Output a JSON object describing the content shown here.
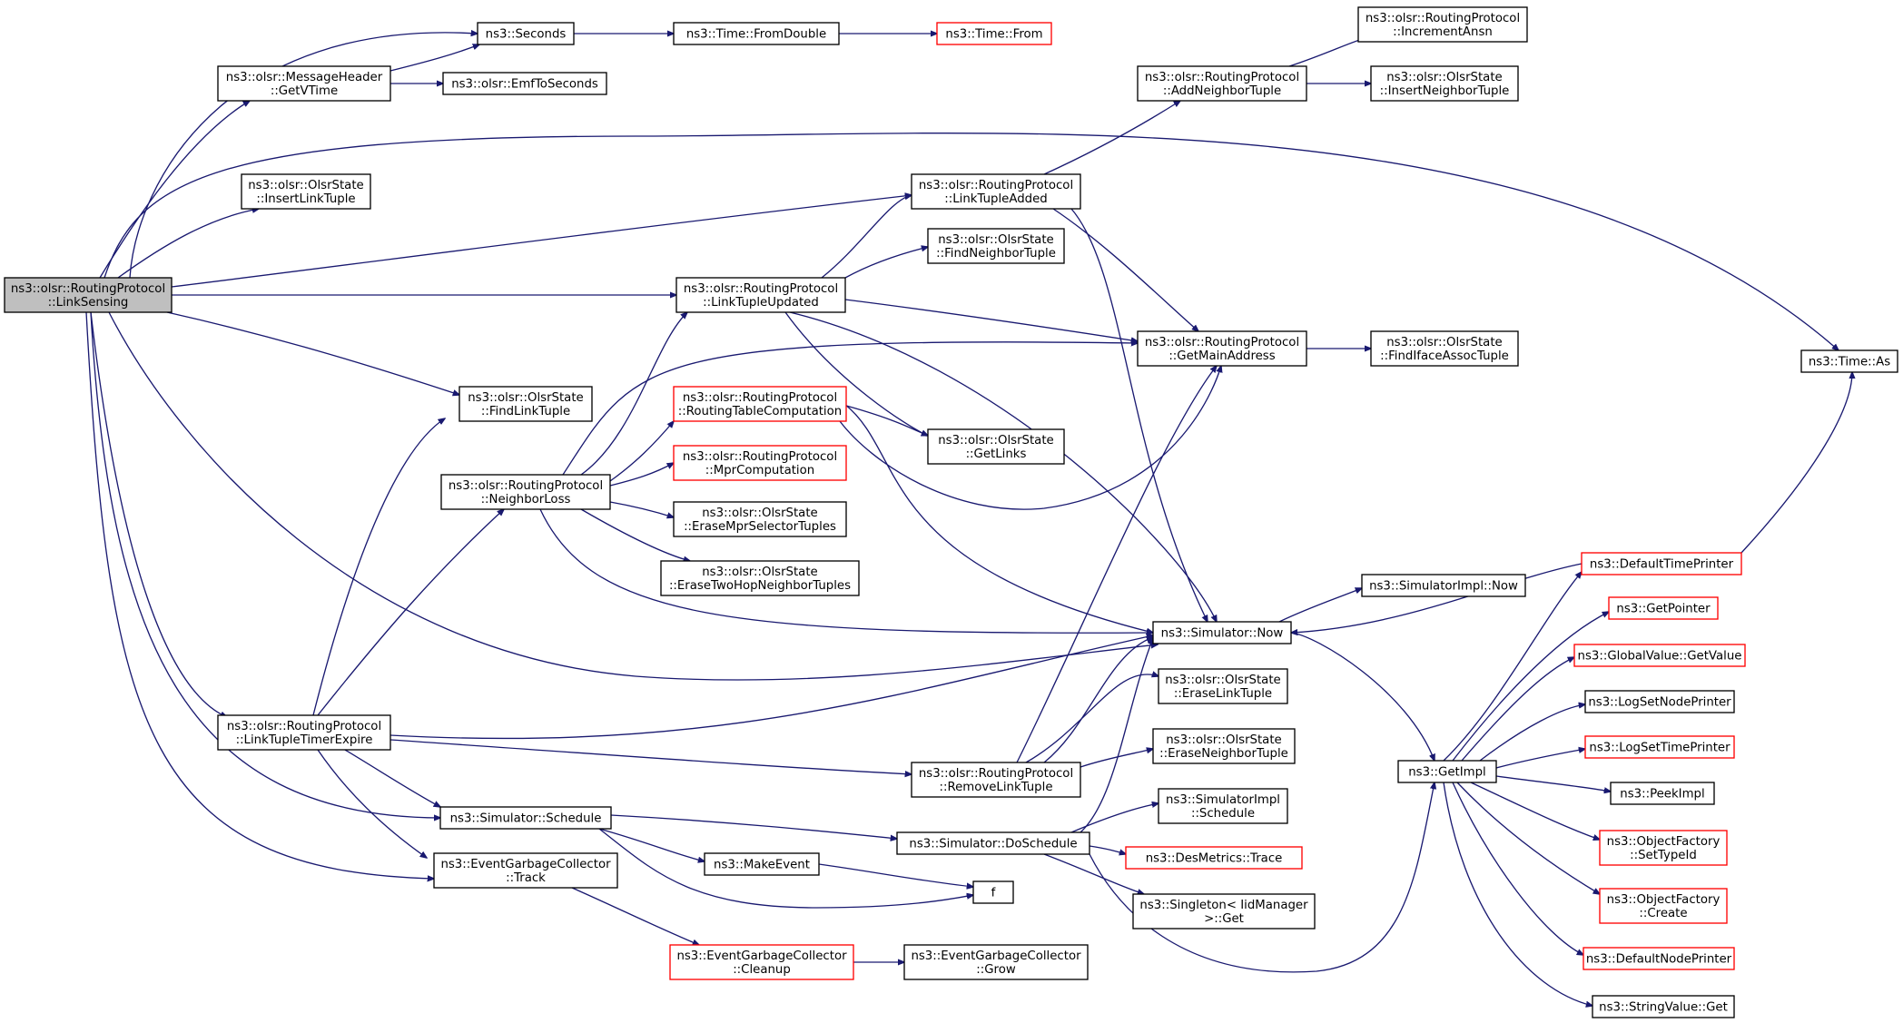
{
  "diagram": {
    "type": "call-graph",
    "nodes": [
      {
        "id": "linksensing",
        "lines": [
          "ns3::olsr::RoutingProtocol",
          "::LinkSensing"
        ],
        "style": "highlight"
      },
      {
        "id": "seconds",
        "lines": [
          "ns3::Seconds"
        ],
        "style": "black"
      },
      {
        "id": "fromdouble",
        "lines": [
          "ns3::Time::FromDouble"
        ],
        "style": "black"
      },
      {
        "id": "timefrom",
        "lines": [
          "ns3::Time::From"
        ],
        "style": "red"
      },
      {
        "id": "getvtime",
        "lines": [
          "ns3::olsr::MessageHeader",
          "::GetVTime"
        ],
        "style": "black"
      },
      {
        "id": "emftoseconds",
        "lines": [
          "ns3::olsr::EmfToSeconds"
        ],
        "style": "black"
      },
      {
        "id": "insertlinktuple",
        "lines": [
          "ns3::olsr::OlsrState",
          "::InsertLinkTuple"
        ],
        "style": "black"
      },
      {
        "id": "incrementansn",
        "lines": [
          "ns3::olsr::RoutingProtocol",
          "::IncrementAnsn"
        ],
        "style": "black"
      },
      {
        "id": "addneighbortuple",
        "lines": [
          "ns3::olsr::RoutingProtocol",
          "::AddNeighborTuple"
        ],
        "style": "black"
      },
      {
        "id": "insertneighbortuple",
        "lines": [
          "ns3::olsr::OlsrState",
          "::InsertNeighborTuple"
        ],
        "style": "black"
      },
      {
        "id": "linktupleadded",
        "lines": [
          "ns3::olsr::RoutingProtocol",
          "::LinkTupleAdded"
        ],
        "style": "black"
      },
      {
        "id": "findneighbortuple",
        "lines": [
          "ns3::olsr::OlsrState",
          "::FindNeighborTuple"
        ],
        "style": "black"
      },
      {
        "id": "linktupleupdated",
        "lines": [
          "ns3::olsr::RoutingProtocol",
          "::LinkTupleUpdated"
        ],
        "style": "black"
      },
      {
        "id": "getmainaddress",
        "lines": [
          "ns3::olsr::RoutingProtocol",
          "::GetMainAddress"
        ],
        "style": "black"
      },
      {
        "id": "findifaceassoctuple",
        "lines": [
          "ns3::olsr::OlsrState",
          "::FindIfaceAssocTuple"
        ],
        "style": "black"
      },
      {
        "id": "timeas",
        "lines": [
          "ns3::Time::As"
        ],
        "style": "black"
      },
      {
        "id": "findlinktuple",
        "lines": [
          "ns3::olsr::OlsrState",
          "::FindLinkTuple"
        ],
        "style": "black"
      },
      {
        "id": "routingtablecomputation",
        "lines": [
          "ns3::olsr::RoutingProtocol",
          "::RoutingTableComputation"
        ],
        "style": "red"
      },
      {
        "id": "getlinks",
        "lines": [
          "ns3::olsr::OlsrState",
          "::GetLinks"
        ],
        "style": "black"
      },
      {
        "id": "neighborloss",
        "lines": [
          "ns3::olsr::RoutingProtocol",
          "::NeighborLoss"
        ],
        "style": "black"
      },
      {
        "id": "mprcomputation",
        "lines": [
          "ns3::olsr::RoutingProtocol",
          "::MprComputation"
        ],
        "style": "red"
      },
      {
        "id": "erasemprselectortuples",
        "lines": [
          "ns3::olsr::OlsrState",
          "::EraseMprSelectorTuples"
        ],
        "style": "black"
      },
      {
        "id": "erasetwohopneighbortuples",
        "lines": [
          "ns3::olsr::OlsrState",
          "::EraseTwoHopNeighborTuples"
        ],
        "style": "black"
      },
      {
        "id": "simulatorimplnow",
        "lines": [
          "ns3::SimulatorImpl::Now"
        ],
        "style": "black"
      },
      {
        "id": "defaulttimeprinter",
        "lines": [
          "ns3::DefaultTimePrinter"
        ],
        "style": "red"
      },
      {
        "id": "simulatornow",
        "lines": [
          "ns3::Simulator::Now"
        ],
        "style": "black"
      },
      {
        "id": "getpointer",
        "lines": [
          "ns3::GetPointer"
        ],
        "style": "red"
      },
      {
        "id": "globalvaluegetvalue",
        "lines": [
          "ns3::GlobalValue::GetValue"
        ],
        "style": "red"
      },
      {
        "id": "eraselinktuple",
        "lines": [
          "ns3::olsr::OlsrState",
          "::EraseLinkTuple"
        ],
        "style": "black"
      },
      {
        "id": "logsetnodeprinter",
        "lines": [
          "ns3::LogSetNodePrinter"
        ],
        "style": "black"
      },
      {
        "id": "linktupletimerexpire",
        "lines": [
          "ns3::olsr::RoutingProtocol",
          "::LinkTupleTimerExpire"
        ],
        "style": "black"
      },
      {
        "id": "eraseneighbortuple",
        "lines": [
          "ns3::olsr::OlsrState",
          "::EraseNeighborTuple"
        ],
        "style": "black"
      },
      {
        "id": "logsettimeprinter",
        "lines": [
          "ns3::LogSetTimePrinter"
        ],
        "style": "red"
      },
      {
        "id": "removelinktuple",
        "lines": [
          "ns3::olsr::RoutingProtocol",
          "::RemoveLinkTuple"
        ],
        "style": "black"
      },
      {
        "id": "getimpl",
        "lines": [
          "ns3::GetImpl"
        ],
        "style": "black"
      },
      {
        "id": "peekimpl",
        "lines": [
          "ns3::PeekImpl"
        ],
        "style": "black"
      },
      {
        "id": "simulatorimplschedule",
        "lines": [
          "ns3::SimulatorImpl",
          "::Schedule"
        ],
        "style": "black"
      },
      {
        "id": "simulatorschedule",
        "lines": [
          "ns3::Simulator::Schedule"
        ],
        "style": "black"
      },
      {
        "id": "doschedule",
        "lines": [
          "ns3::Simulator::DoSchedule"
        ],
        "style": "black"
      },
      {
        "id": "objectfactorysettypeid",
        "lines": [
          "ns3::ObjectFactory",
          "::SetTypeId"
        ],
        "style": "red"
      },
      {
        "id": "desmetricstrace",
        "lines": [
          "ns3::DesMetrics::Trace"
        ],
        "style": "red"
      },
      {
        "id": "makeevent",
        "lines": [
          "ns3::MakeEvent"
        ],
        "style": "black"
      },
      {
        "id": "egctrack",
        "lines": [
          "ns3::EventGarbageCollector",
          "::Track"
        ],
        "style": "black"
      },
      {
        "id": "f",
        "lines": [
          "f"
        ],
        "style": "black"
      },
      {
        "id": "singletonget",
        "lines": [
          "ns3::Singleton< IidManager",
          " >::Get"
        ],
        "style": "black"
      },
      {
        "id": "objectfactorycreate",
        "lines": [
          "ns3::ObjectFactory",
          "::Create"
        ],
        "style": "red"
      },
      {
        "id": "egccleanup",
        "lines": [
          "ns3::EventGarbageCollector",
          "::Cleanup"
        ],
        "style": "red"
      },
      {
        "id": "egcgrow",
        "lines": [
          "ns3::EventGarbageCollector",
          "::Grow"
        ],
        "style": "black"
      },
      {
        "id": "defaultnodeprinter",
        "lines": [
          "ns3::DefaultNodePrinter"
        ],
        "style": "red"
      },
      {
        "id": "stringvalueget",
        "lines": [
          "ns3::StringValue::Get"
        ],
        "style": "black"
      }
    ]
  }
}
